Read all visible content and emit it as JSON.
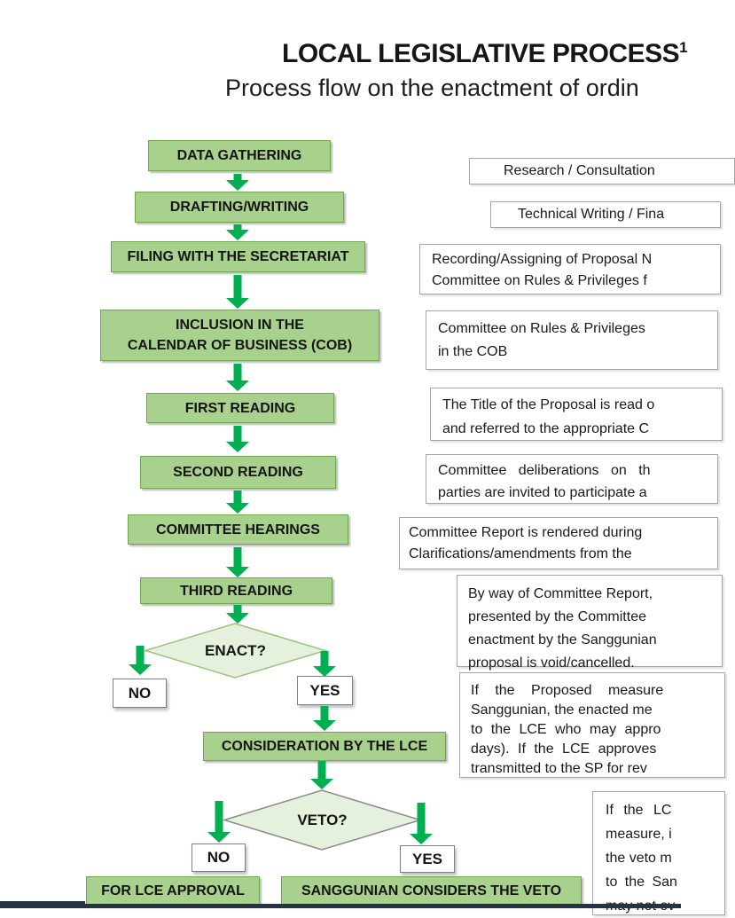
{
  "page": {
    "title": "LOCAL LEGISLATIVE PROCESS",
    "title_superscript": "1",
    "subtitle": "Process flow on the enactment of ordin"
  },
  "colors": {
    "process_box_fill": "#A9D18E",
    "process_box_border": "#6FA84E",
    "arrow_green": "#00B050",
    "diamond_fill": "#E6F1DD",
    "diamond_border_enact": "#9DC27F",
    "diamond_border_veto": "#8C8C8C",
    "annotation_border": "#A6A6A6",
    "viewer_edge": "#243444"
  },
  "flow": {
    "steps": [
      {
        "label": "DATA GATHERING"
      },
      {
        "label": "DRAFTING/WRITING"
      },
      {
        "label": "FILING WITH THE SECRETARIAT"
      },
      {
        "lines": [
          "INCLUSION IN THE",
          "CALENDAR OF BUSINESS (COB)"
        ]
      },
      {
        "label": "FIRST READING"
      },
      {
        "label": "SECOND READING"
      },
      {
        "label": "COMMITTEE HEARINGS"
      },
      {
        "label": "THIRD READING"
      }
    ],
    "enact": {
      "question": "ENACT?",
      "no_label": "NO",
      "yes_label": "YES"
    },
    "consideration_label": "CONSIDERATION BY THE LCE",
    "veto": {
      "question": "VETO?",
      "no_label": "NO",
      "yes_label": "YES"
    },
    "outcomes": {
      "no_label": "FOR LCE APPROVAL",
      "yes_label": "SANGGUNIAN CONSIDERS THE VETO"
    }
  },
  "annotations": [
    {
      "lines": [
        "Research / Consultation"
      ]
    },
    {
      "lines": [
        "Technical Writing / Fina"
      ]
    },
    {
      "lines": [
        "Recording/Assigning of Proposal N",
        "Committee on Rules & Privileges f"
      ]
    },
    {
      "lines": [
        "Committee on Rules & Privileges",
        "in the COB"
      ]
    },
    {
      "lines": [
        "The Title of the Proposal is read o",
        "and referred to the appropriate C"
      ]
    },
    {
      "lines": [
        "Committee deliberations on th",
        "parties are invited to participate a"
      ]
    },
    {
      "lines": [
        "Committee Report is rendered during",
        "Clarifications/amendments from the"
      ]
    },
    {
      "lines": [
        "By way of Committee Report,",
        "presented by the Committee",
        "enactment by the Sanggunian",
        "proposal is void/cancelled."
      ]
    },
    {
      "lines": [
        "If the Proposed measure",
        "Sanggunian, the enacted me",
        "to the LCE who may appro",
        "days). If the LCE approves",
        "transmitted to the SP for rev"
      ]
    },
    {
      "lines": [
        "If the LC",
        "measure, i",
        "the veto m",
        "to the San",
        "may not ov"
      ]
    }
  ]
}
